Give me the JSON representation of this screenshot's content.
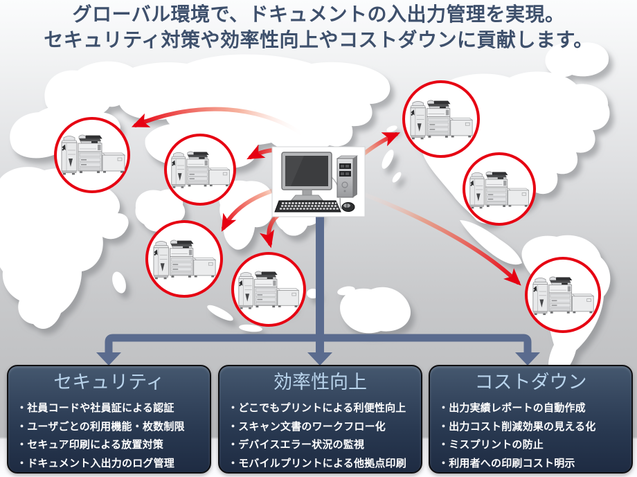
{
  "title": {
    "line1": "グローバル環境で、ドキュメントの入出力管理を実現。",
    "line2": "セキュリティ対策や効率性向上やコストダウンに貢献します。"
  },
  "panels": [
    {
      "title": "セキュリティ",
      "items": [
        "・社員コードや社員証による認証",
        "・ユーザごとの利用機能・枚数制限",
        "・セキュア印刷による放置対策",
        "・ドキュメント入出力のログ管理"
      ]
    },
    {
      "title": "効率性向上",
      "items": [
        "・どこでもプリントによる利便性向上",
        "・スキャン文書のワークフロー化",
        "・デバイスエラー状況の監視",
        "・モバイルプリントによる他拠点印刷"
      ]
    },
    {
      "title": "コストダウン",
      "items": [
        "・出力実績レポートの自動作成",
        "・出力コスト削減効果の見える化",
        "・ミスプリントの防止",
        "・利用者への印刷コスト明示"
      ]
    }
  ],
  "icons": {
    "computer": "desktop-pc-icon",
    "printer": "multifunction-printer-icon",
    "red_arrow": "distribution-arrow-icon",
    "blue_connector": "flow-down-arrow-icon",
    "map": "world-map"
  },
  "colors": {
    "accent_red": "#e60012",
    "connector_blue": "#5a6b8e",
    "heading_text": "#3e506c",
    "panel_title": "#b9d4ec",
    "panel_text": "#ffffff",
    "panel_bg_top": "#45586f",
    "panel_bg_bottom": "#1e2b42"
  }
}
